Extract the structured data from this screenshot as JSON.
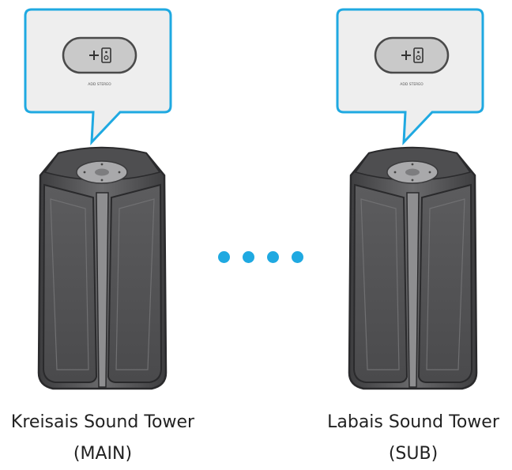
{
  "main_speaker": {
    "button_label": "ADD STEREO",
    "name_line1": "Kreisais Sound Tower",
    "name_line2": "(MAIN)"
  },
  "sub_speaker": {
    "button_label": "ADD STEREO",
    "name_line1": "Labais Sound Tower",
    "name_line2": "(SUB)"
  },
  "colors": {
    "accent": "#1fa9e1",
    "speaker_body": "#5b5b5d"
  },
  "icons": [
    "plus-icon",
    "speaker-icon"
  ]
}
